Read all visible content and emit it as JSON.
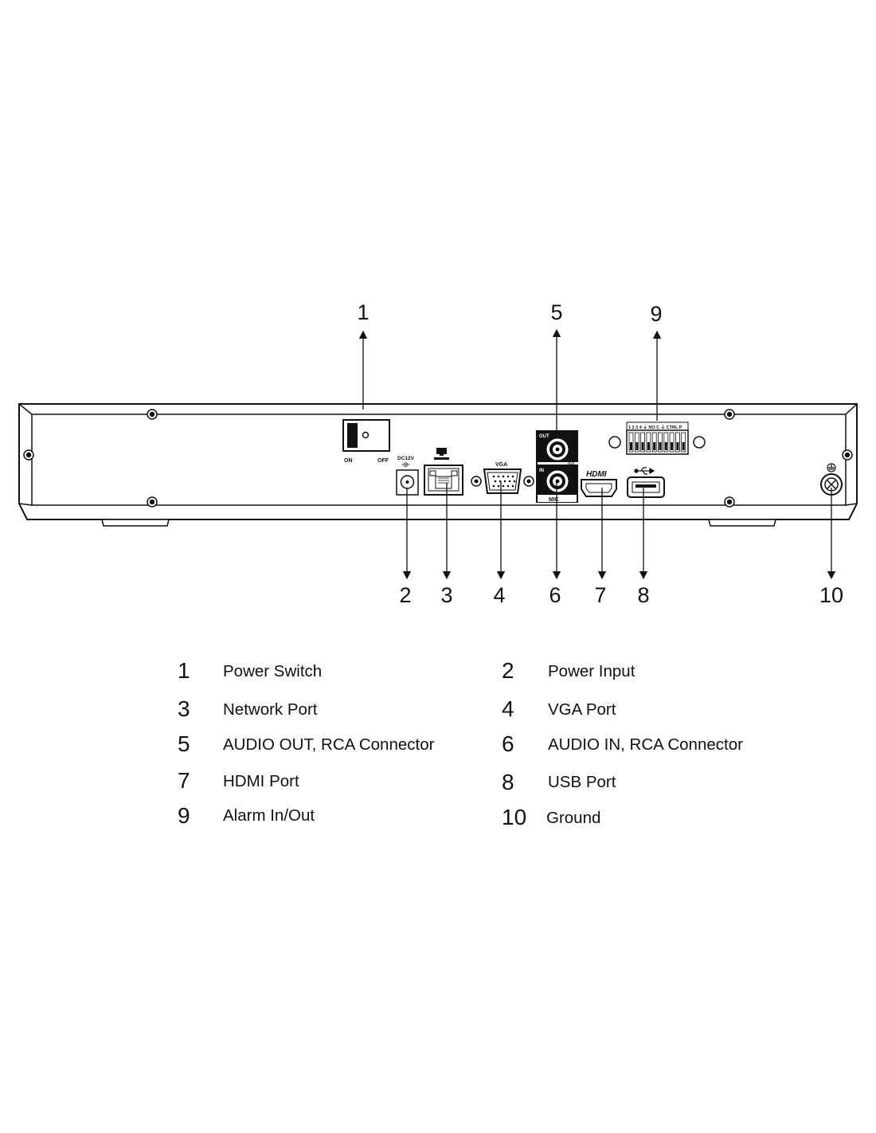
{
  "panel": {
    "switch_on": "ON",
    "switch_off": "OFF",
    "dc_label": "DC12V",
    "vga_label": "VGA",
    "out_label": "OUT",
    "in_label": "IN",
    "mic_label": "MIC",
    "hdmi_label": "HDMI",
    "alarm_label": "1 2 3 4 ⏚ NO C ⏚ CTRL P"
  },
  "callouts": [
    "1",
    "2",
    "3",
    "4",
    "5",
    "6",
    "7",
    "8",
    "9",
    "10"
  ],
  "legend": [
    {
      "num": "1",
      "label": "Power Switch"
    },
    {
      "num": "2",
      "label": "Power Input"
    },
    {
      "num": "3",
      "label": "Network Port"
    },
    {
      "num": "4",
      "label": "VGA Port"
    },
    {
      "num": "5",
      "label": "AUDIO OUT, RCA Connector"
    },
    {
      "num": "6",
      "label": "AUDIO IN, RCA Connector"
    },
    {
      "num": "7",
      "label": "HDMI Port"
    },
    {
      "num": "8",
      "label": "USB Port"
    },
    {
      "num": "9",
      "label": "Alarm In/Out"
    },
    {
      "num": "10",
      "label": "Ground"
    }
  ]
}
